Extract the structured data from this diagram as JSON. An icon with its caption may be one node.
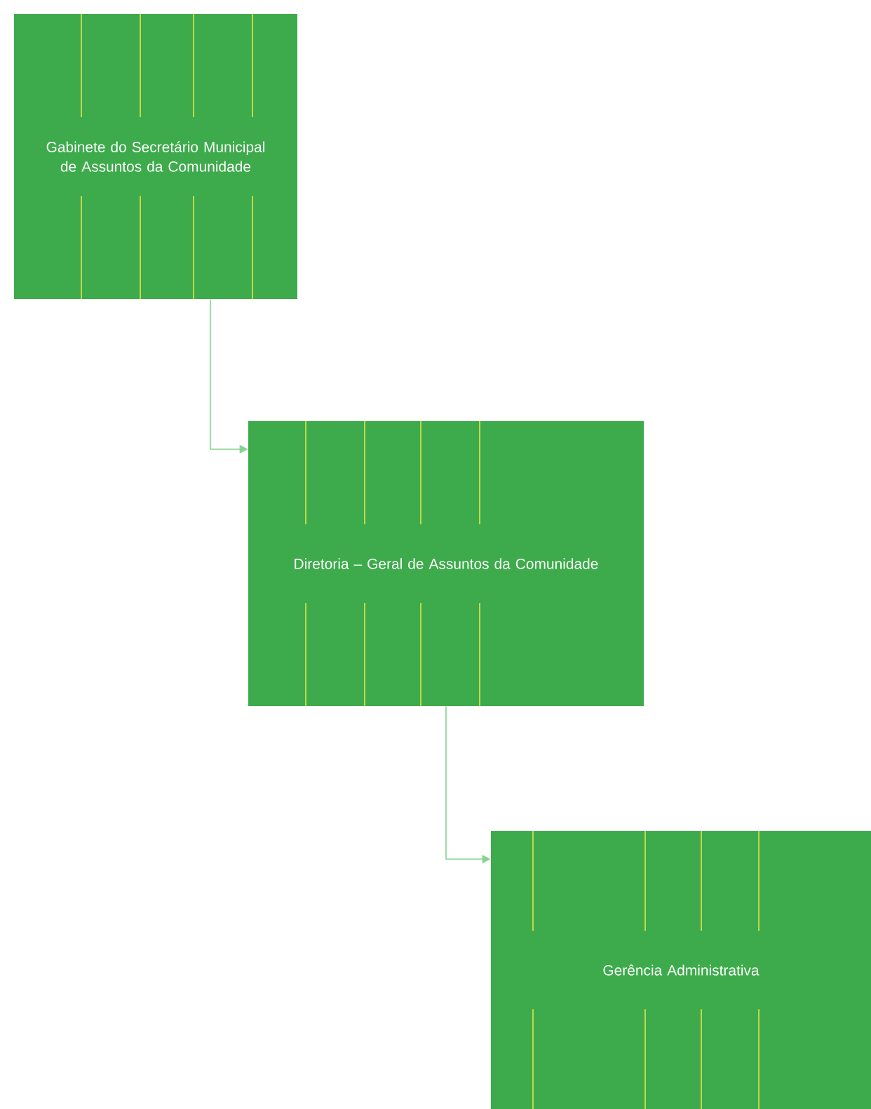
{
  "diagram": {
    "nodes": [
      {
        "text": [
          "Gabinete do Secretário Municipal de Assuntos da Comunidade"
        ]
      },
      {
        "text": [
          "Diretoria – Geral de Assuntos da Comunidade"
        ]
      },
      {
        "text": [
          "Gerência Administrativa"
        ]
      }
    ],
    "edges": [
      {
        "from": 0,
        "to": 1,
        "arrow": "to"
      },
      {
        "from": 1,
        "to": 2,
        "arrow": "to"
      }
    ]
  }
}
